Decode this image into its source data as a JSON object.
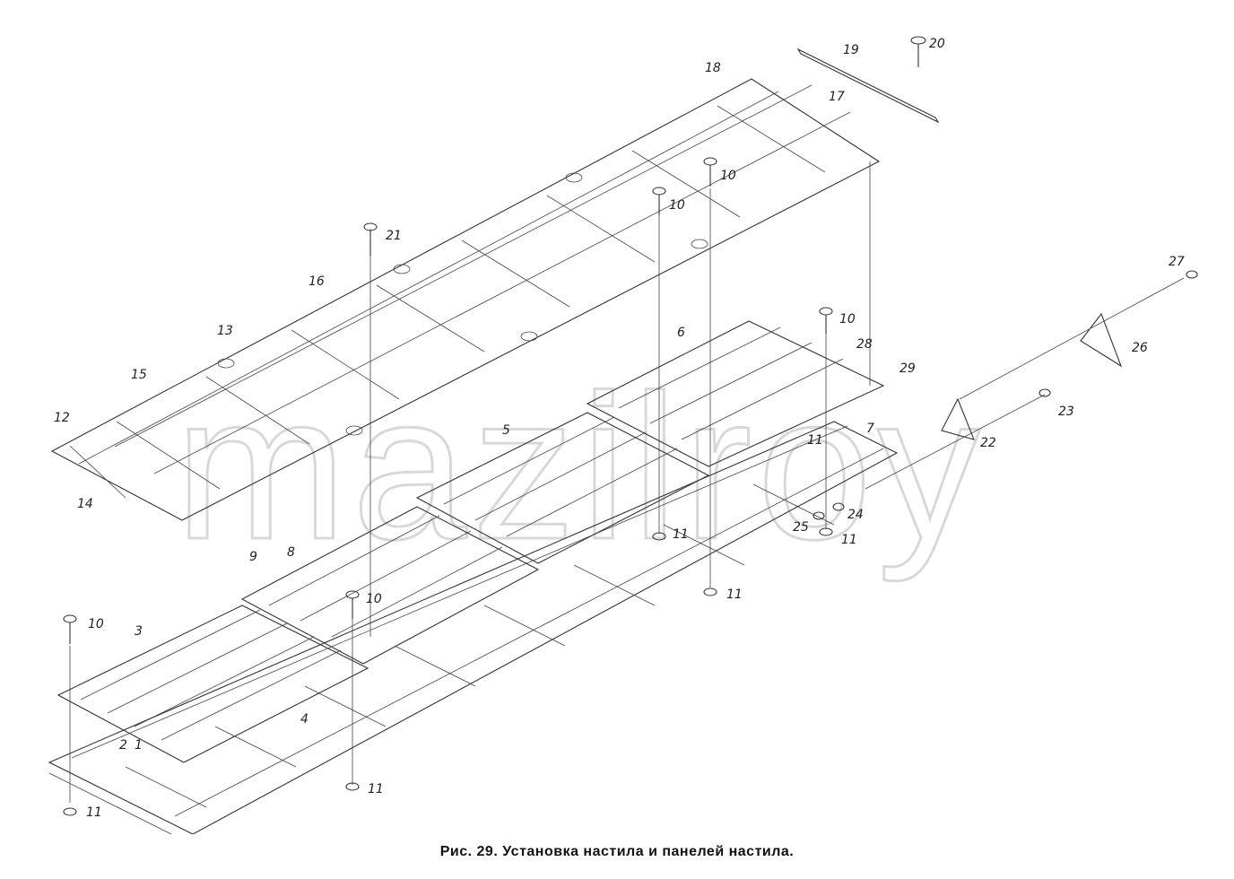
{
  "watermark": "mazilroy",
  "caption": "Рис. 29. Установка настила и панелей настила.",
  "part_labels": [
    "1",
    "2",
    "3",
    "4",
    "5",
    "6",
    "7",
    "8",
    "9",
    "10",
    "10",
    "10",
    "10",
    "10",
    "11",
    "11",
    "11",
    "11",
    "11",
    "11",
    "12",
    "13",
    "14",
    "15",
    "16",
    "17",
    "18",
    "19",
    "20",
    "21",
    "22",
    "23",
    "24",
    "25",
    "26",
    "27",
    "28",
    "29"
  ]
}
